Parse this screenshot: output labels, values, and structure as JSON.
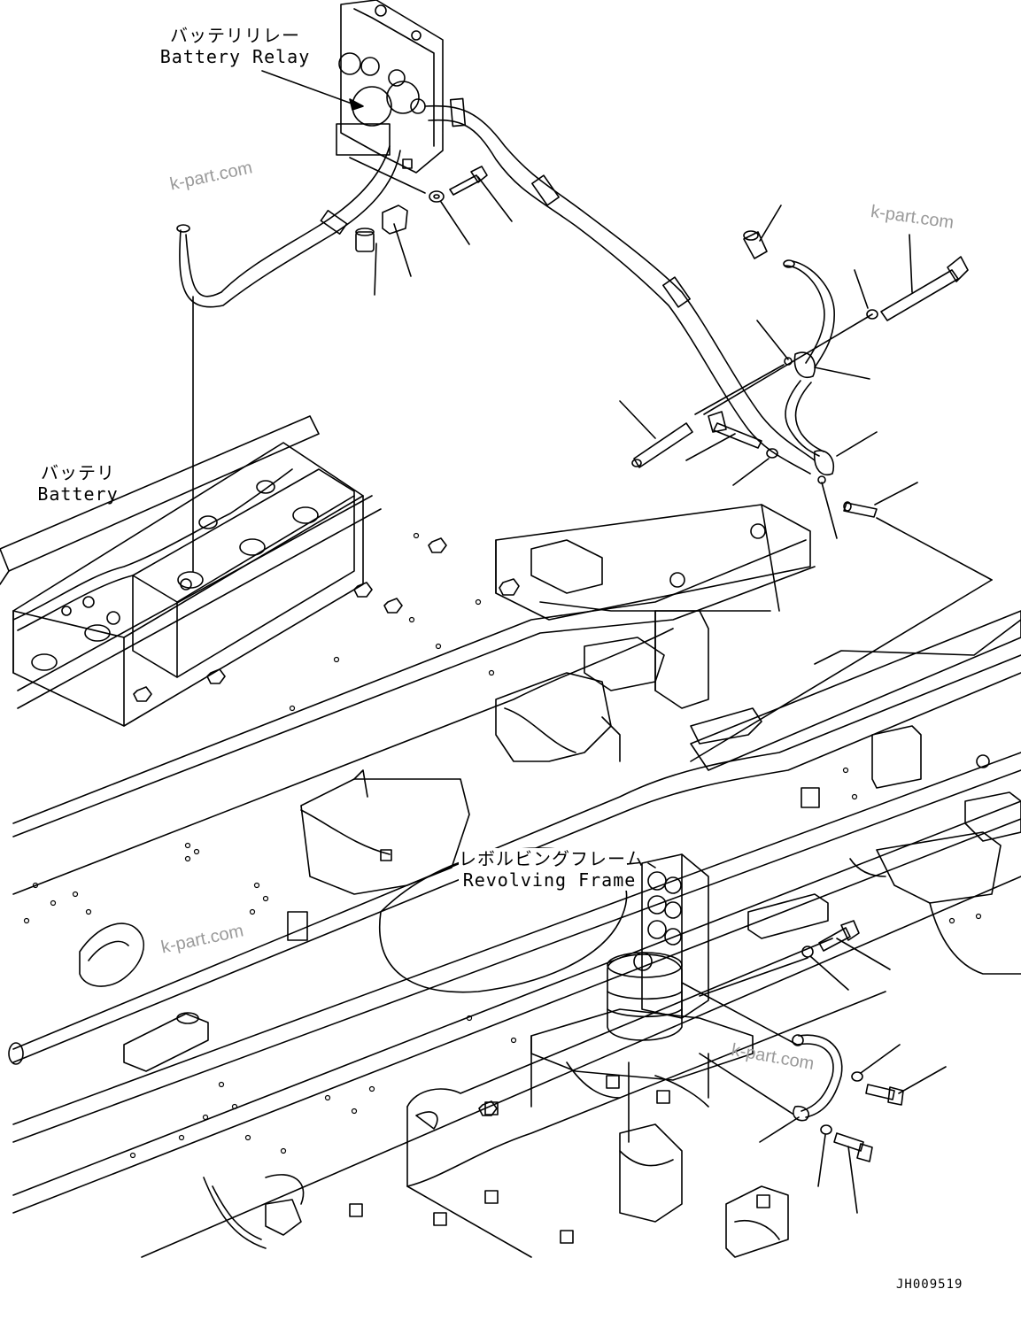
{
  "labels": {
    "battery_relay": {
      "jp": "バッテリリレー",
      "en": "Battery Relay"
    },
    "battery": {
      "jp": "バッテリ",
      "en": "Battery"
    },
    "revolving_frame": {
      "jp": "レボルビングフレーム",
      "en": "Revolving Frame"
    }
  },
  "watermarks": [
    "k-part.com",
    "k-part.com",
    "k-part.com",
    "k-part.com"
  ],
  "drawing_code": "JH009519",
  "colors": {
    "line": "#000000",
    "watermark": "#9a9a9a",
    "background": "#ffffff"
  }
}
